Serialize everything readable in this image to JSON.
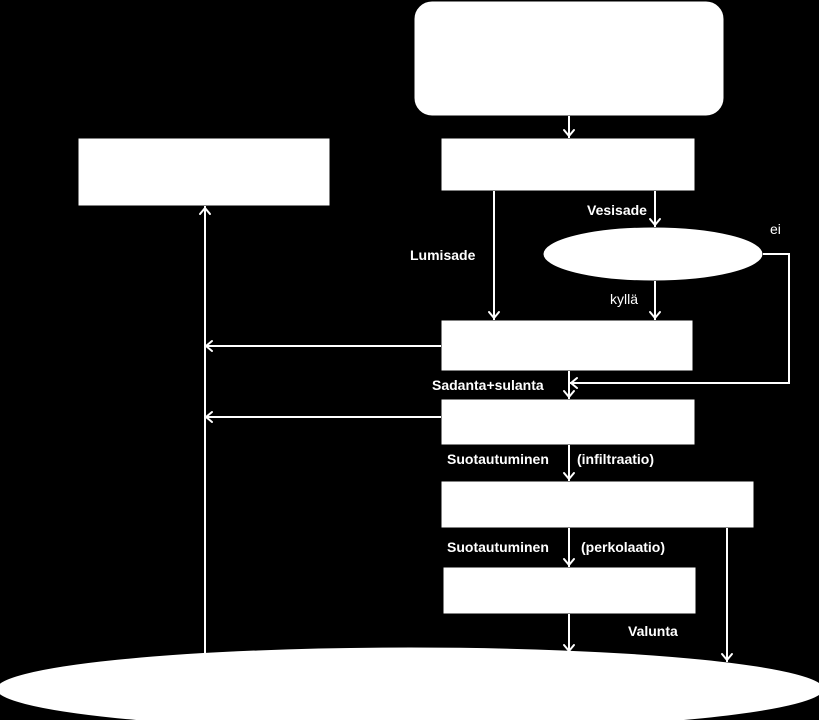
{
  "labels": {
    "vesisade": "Vesisade",
    "lumisade": "Lumisade",
    "ei": "ei",
    "kylla": "kyllä",
    "sadanta_sulanta": "Sadanta+sulanta",
    "suotautuminen_1": "Suotautuminen",
    "infiltraatio": "(infiltraatio)",
    "suotautuminen_2": "Suotautuminen",
    "perkolaatio": "(perkolaatio)",
    "valunta": "Valunta"
  },
  "colors": {
    "background": "#000000",
    "foreground": "#ffffff"
  }
}
